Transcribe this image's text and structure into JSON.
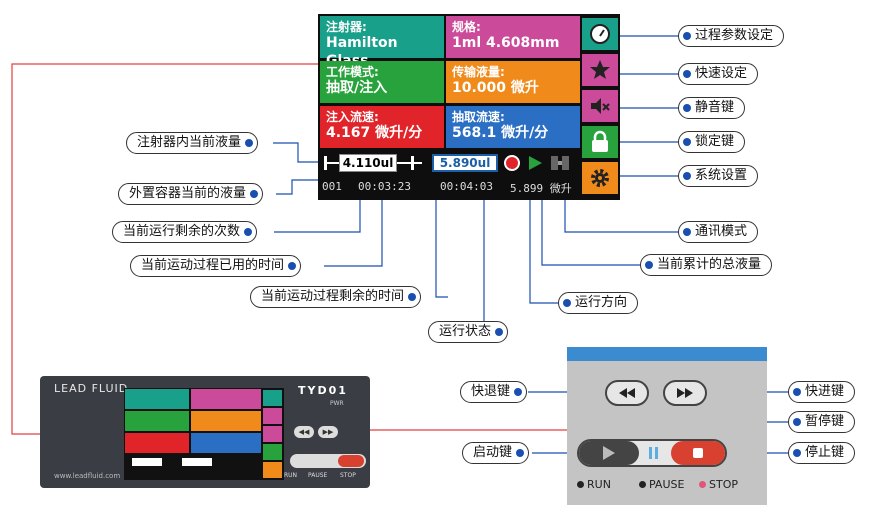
{
  "screen": {
    "syringe": {
      "label": "注射器:",
      "value": "Hamilton Glass"
    },
    "spec": {
      "label": "规格:",
      "value": "1ml 4.608mm"
    },
    "mode": {
      "label": "工作模式:",
      "value": "抽取/注入"
    },
    "transfer": {
      "label": "传输液量:",
      "value": "10.000  微升"
    },
    "inject_rate": {
      "label": "注入流速:",
      "value": "4.167 微升/分"
    },
    "withdraw_rate": {
      "label": "抽取流速:",
      "value": "568.1 微升/分"
    },
    "syringe_volume": "4.110ul",
    "external_volume": "5.890ul",
    "count": "001",
    "elapsed": "00:03:23",
    "remaining": "00:04:03",
    "total": "5.899 微升"
  },
  "callouts": {
    "process_params": "过程参数设定",
    "quick_set": "快速设定",
    "mute": "静音键",
    "lock": "锁定键",
    "system": "系统设置",
    "comm_mode": "通讯模式",
    "total_volume": "当前累计的总液量",
    "direction": "运行方向",
    "run_state": "运行状态",
    "syringe_volume": "注射器内当前液量",
    "external_volume": "外置容器当前的液量",
    "remaining_count": "当前运行剩余的次数",
    "elapsed_time": "当前运动过程已用的时间",
    "remaining_time": "当前运动过程剩余的时间",
    "fast_back": "快退键",
    "fast_forward": "快进键",
    "pause": "暂停键",
    "start": "启动键",
    "stop": "停止键"
  },
  "device": {
    "brand": "LEAD FLUID",
    "model": "TYD01",
    "power": "PWR",
    "site": "www.leadfluid.com",
    "run": "RUN",
    "pause": "PAUSE",
    "stop": "STOP"
  },
  "panel": {
    "run": "RUN",
    "pause": "PAUSE",
    "stop": "STOP"
  },
  "colors": {
    "teal": "#18a08a",
    "pink": "#cc4a9a",
    "green": "#27a23c",
    "orange": "#f08a1a",
    "red": "#e0242a",
    "blue": "#2a6fc4",
    "callout_line": "#1a4fb0",
    "device_line": "#e04040"
  }
}
